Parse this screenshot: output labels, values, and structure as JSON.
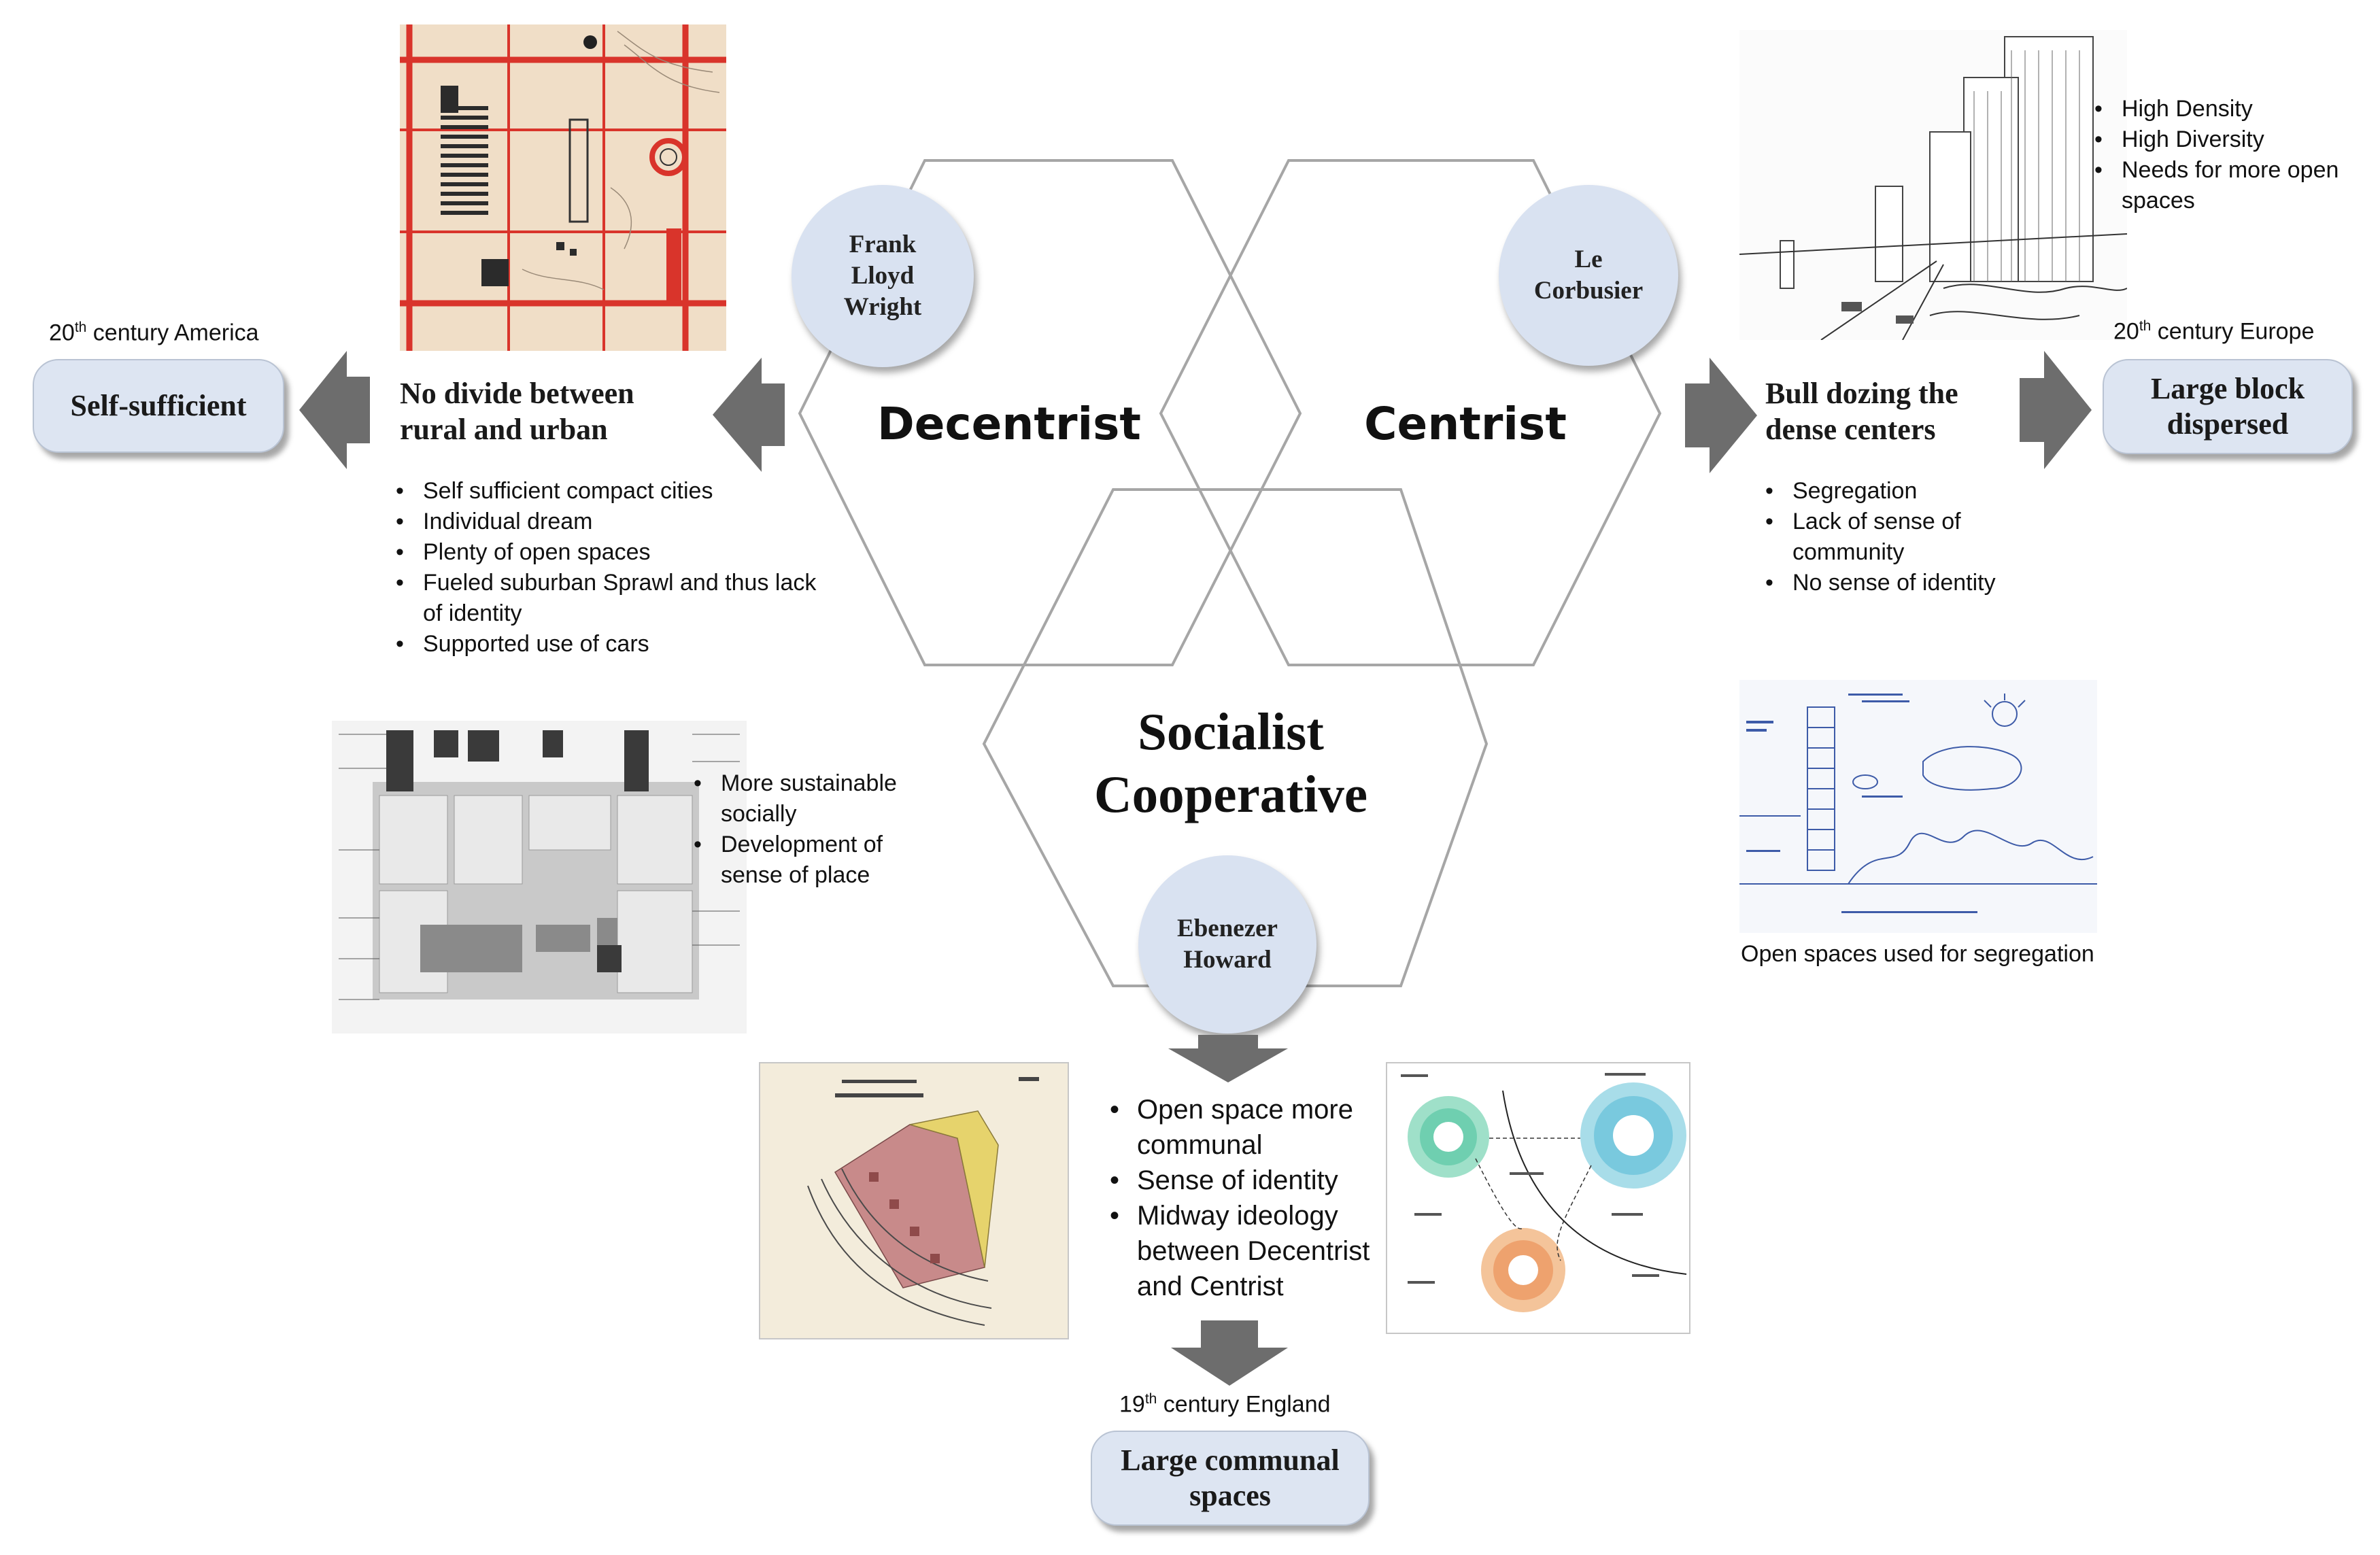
{
  "hexagons": {
    "decentrist": "Decentrist",
    "centrist": "Centrist",
    "socialist_line1": "Socialist",
    "socialist_line2": "Cooperative"
  },
  "people": {
    "wright": [
      "Frank",
      "Lloyd",
      "Wright"
    ],
    "corbusier": [
      "Le",
      "Corbusier"
    ],
    "howard": [
      "Ebenezer",
      "Howard"
    ]
  },
  "left": {
    "era_prefix": "20",
    "era_suffix": "th",
    "era_rest": " century America",
    "outcome": "Self-sufficient",
    "heading_line1": "No divide between",
    "heading_line2": "rural and urban",
    "bullets": [
      "Self sufficient compact cities",
      "Individual dream",
      "Plenty of open spaces",
      "Fueled suburban Sprawl and thus lack of identity",
      "Supported use of cars"
    ],
    "plan_bullets": [
      "More sustainable socially",
      "Development of sense of place"
    ]
  },
  "right": {
    "era_prefix": "20",
    "era_suffix": "th",
    "era_rest": " century Europe",
    "outcome_line1": "Large block",
    "outcome_line2": "dispersed",
    "heading_line1": "Bull dozing the",
    "heading_line2": "dense centers",
    "top_bullets": [
      "High Density",
      "High Diversity",
      "Needs for more open spaces"
    ],
    "bullets": [
      "Segregation",
      "Lack of sense of community",
      "No sense of identity"
    ],
    "sketch_caption": "Open spaces used for segregation"
  },
  "bottom": {
    "bullets": [
      "Open space more communal",
      "Sense of identity",
      "Midway ideology between Decentrist and Centrist"
    ],
    "era_prefix": "19",
    "era_suffix": "th",
    "era_rest": " century England",
    "outcome_line1": "Large communal",
    "outcome_line2": "spaces"
  },
  "colors": {
    "pill_fill": "#dde5f2",
    "circle_fill": "#d9e2f1",
    "arrow": "#6d6d6d",
    "hex_stroke": "#a6a6a6"
  }
}
